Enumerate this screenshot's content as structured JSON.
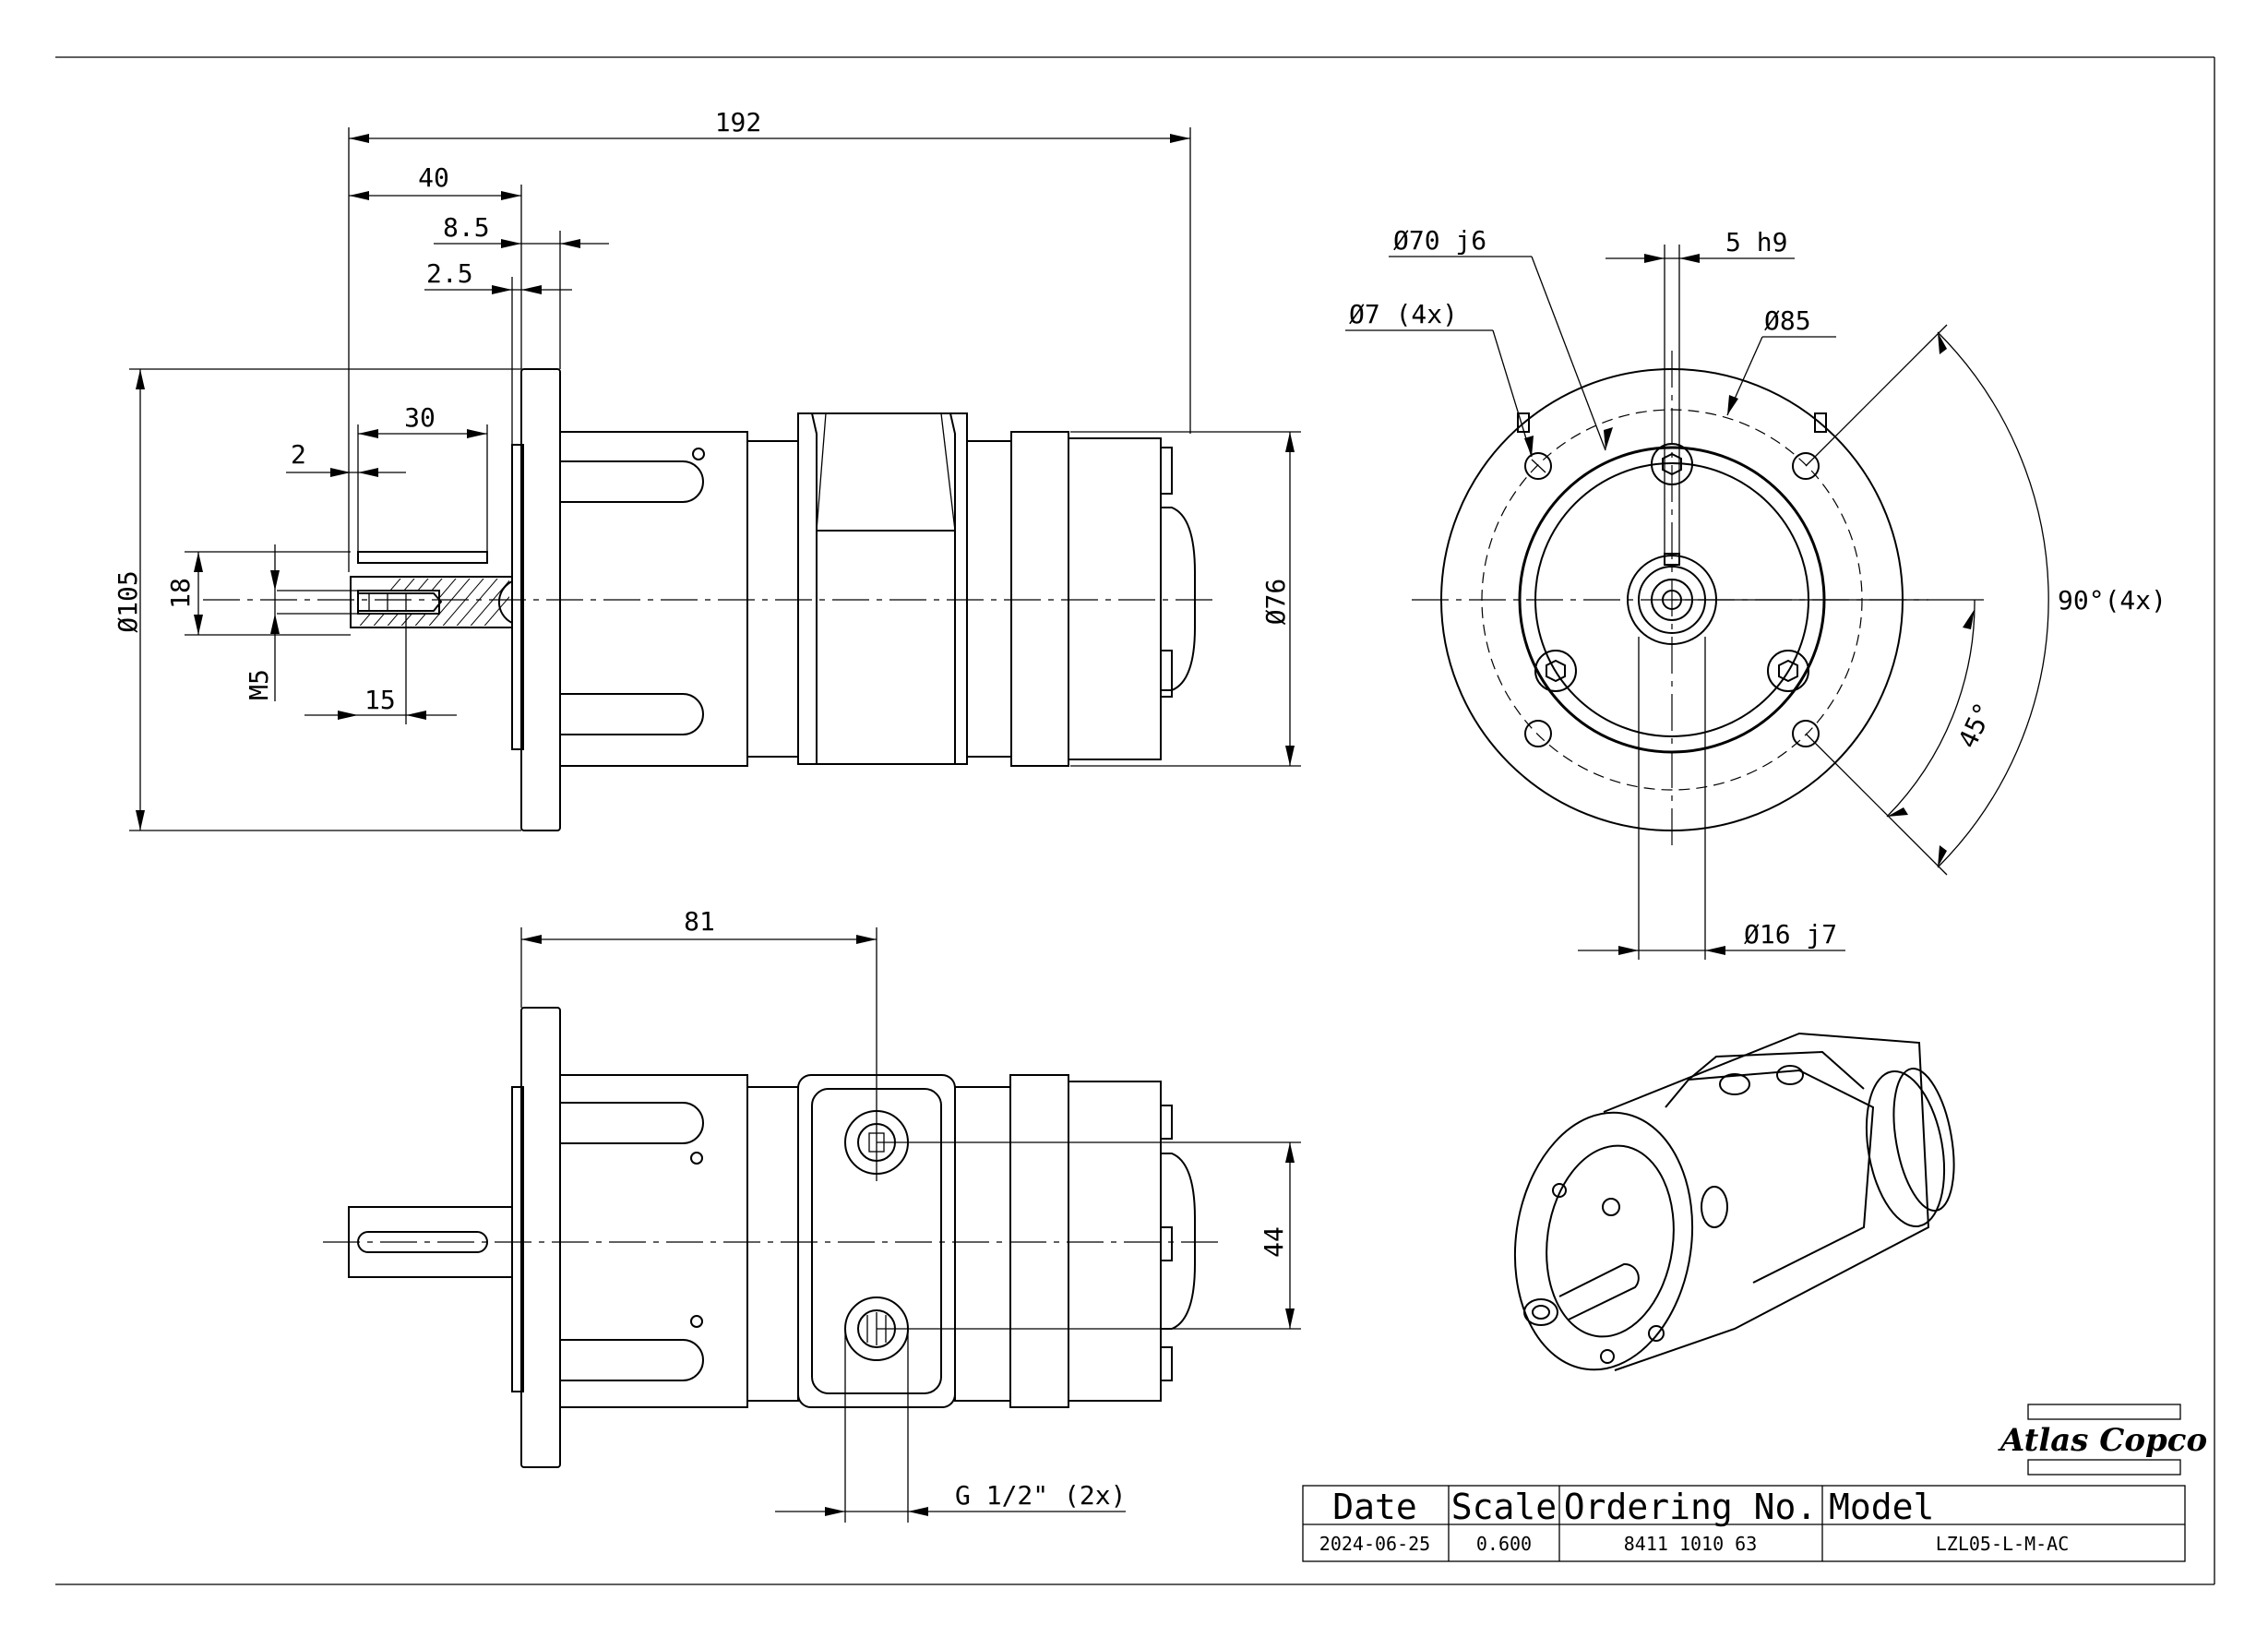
{
  "dimensions": {
    "overall_length": "192",
    "flange_to_shaft": "40",
    "flange_thickness": "8.5",
    "pilot_step": "2.5",
    "key_length": "30",
    "key_offset": "2",
    "flange_diameter": "Ø105",
    "shaft_keyway": "18",
    "thread": "M5",
    "thread_depth": "15",
    "body_diameter": "Ø76",
    "pilot_diameter": "Ø70 j6",
    "key_width": "5 h9",
    "bolt_holes": "Ø7 (4x)",
    "bolt_circle": "Ø85",
    "angle_90": "90°(4x)",
    "angle_45": "45°",
    "shaft_diameter": "Ø16 j7",
    "port_position": "81",
    "port_spacing": "44",
    "port_thread": "G 1/2\" (2x)"
  },
  "title_block": {
    "headers": [
      "Date",
      "Scale",
      "Ordering No.",
      "Model"
    ],
    "values": [
      "2024-06-25",
      "0.600",
      "8411 1010 63",
      "LZL05-L-M-AC"
    ]
  },
  "brand": "Atlas Copco"
}
